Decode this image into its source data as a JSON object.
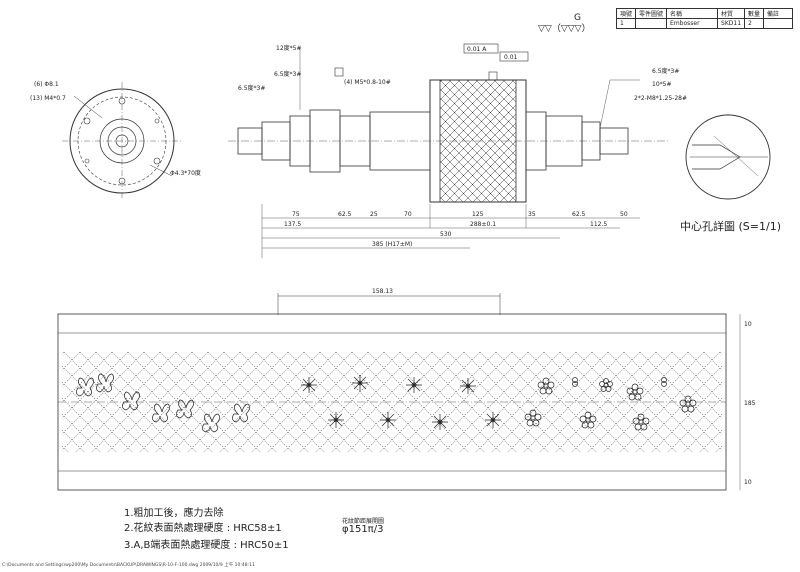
{
  "title_block": {
    "headers": [
      "項號",
      "零件圖號",
      "名稱",
      "材質",
      "數量",
      "備註"
    ],
    "row": [
      "1",
      "",
      "Embosser",
      "SKD11",
      "2",
      ""
    ]
  },
  "surface_symbols": {
    "top": "G",
    "bottom": "▽▽（▽▽▽）"
  },
  "dimensions": {
    "end_view": [
      "(6) Φ8.1",
      "(13) M4*0.7",
      "Φ4.3*70度"
    ],
    "shaft_top": [
      "12度*5#",
      "6.5度*3#",
      "6.5度*3#",
      "(4) M5*0.8-10#",
      "0.01 A",
      "0.01",
      "6.5度*3#",
      "10*5#",
      "2*2-M8*1.25-28#"
    ],
    "shaft_bottom": [
      "75",
      "62.5",
      "25",
      "70",
      "125",
      "35",
      "62.5",
      "50",
      "137.5",
      "288±0.1",
      "112.5",
      "530",
      "385 (H17±M)"
    ],
    "pattern": [
      "158.13",
      "185",
      "10",
      "10"
    ]
  },
  "detail_title": "中心孔詳圖 (S=1/1)",
  "notes": [
    "1.粗加工後，應力去除",
    "2.花紋表面熱處理硬度 : HRC58±1",
    "3.A,B端表面熱處理硬度 : HRC50±1"
  ],
  "pitch_label": "花紋節距展開圖",
  "pitch_value": "φ151π/3",
  "footer_path": "C:\\Documents and Settings\\wp200\\My Documents\\BACKUP\\DRAWINGS\\R-10-F-100.dwg 2009/10/9 上午 10:48:11",
  "icons": [
    "butterfly-icon",
    "daisy-icon",
    "plum-blossom-icon"
  ]
}
